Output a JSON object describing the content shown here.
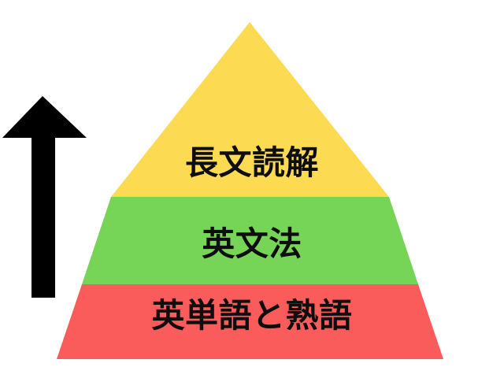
{
  "diagram": {
    "type": "pyramid",
    "title_visible": false,
    "background_color": "#ffffff",
    "direction_indicator": {
      "icon": "up-arrow-icon",
      "color": "#000000",
      "meaning": "upward progression"
    },
    "tiers": [
      {
        "level": 1,
        "position": "top",
        "label": "長文読解",
        "color": "#fcdb52",
        "text_color": "#0d0d0d"
      },
      {
        "level": 2,
        "position": "middle",
        "label": "英文法",
        "color": "#76d457",
        "text_color": "#0d0d0d"
      },
      {
        "level": 3,
        "position": "bottom",
        "label": "英単語と熟語",
        "color": "#fa5c5c",
        "text_color": "#0d0d0d"
      }
    ]
  },
  "chart_data": {
    "type": "pyramid",
    "title": "",
    "categories": [
      "長文読解",
      "英文法",
      "英単語と熟語"
    ],
    "colors": [
      "#fcdb52",
      "#76d457",
      "#fa5c5c"
    ],
    "order": "top-to-bottom",
    "legend": "none",
    "annotations": [
      "up-arrow-icon"
    ]
  }
}
